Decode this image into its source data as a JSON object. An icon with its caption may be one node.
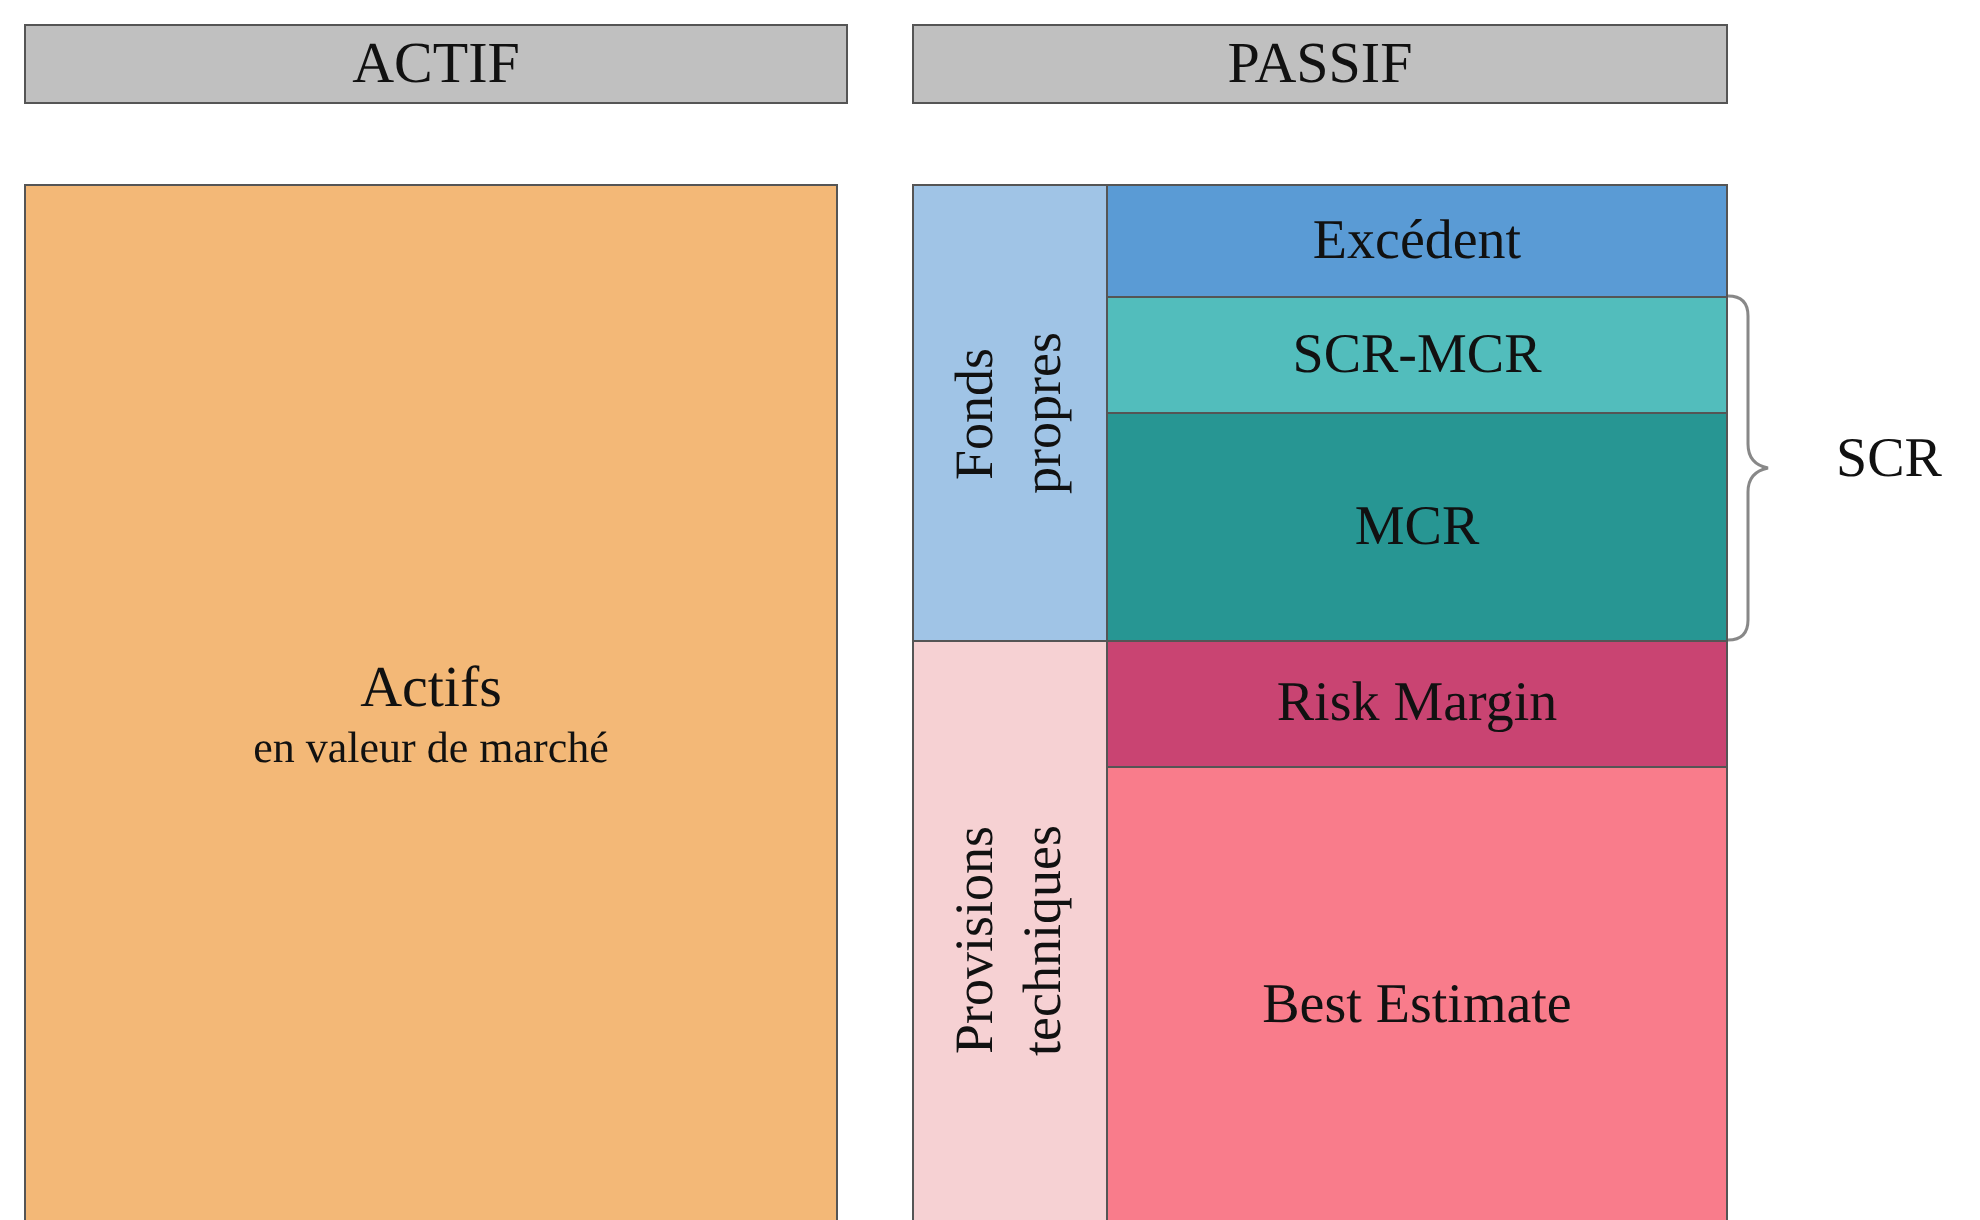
{
  "diagram": {
    "nodes": [
      {
        "text": [
          "ACTIF"
        ]
      },
      {
        "text": [
          "PASSIF"
        ]
      },
      {
        "text": [
          "Actifs",
          "en valeur de marché"
        ]
      },
      {
        "text": [
          "Fonds propres"
        ]
      },
      {
        "text": [
          "Provisions techniques"
        ]
      },
      {
        "text": [
          "Excédent"
        ]
      },
      {
        "text": [
          "SCR-MCR"
        ]
      },
      {
        "text": [
          "MCR"
        ]
      },
      {
        "text": [
          "Risk Margin"
        ]
      },
      {
        "text": [
          "Best Estimate"
        ]
      }
    ],
    "labels": [
      "SCR"
    ]
  }
}
